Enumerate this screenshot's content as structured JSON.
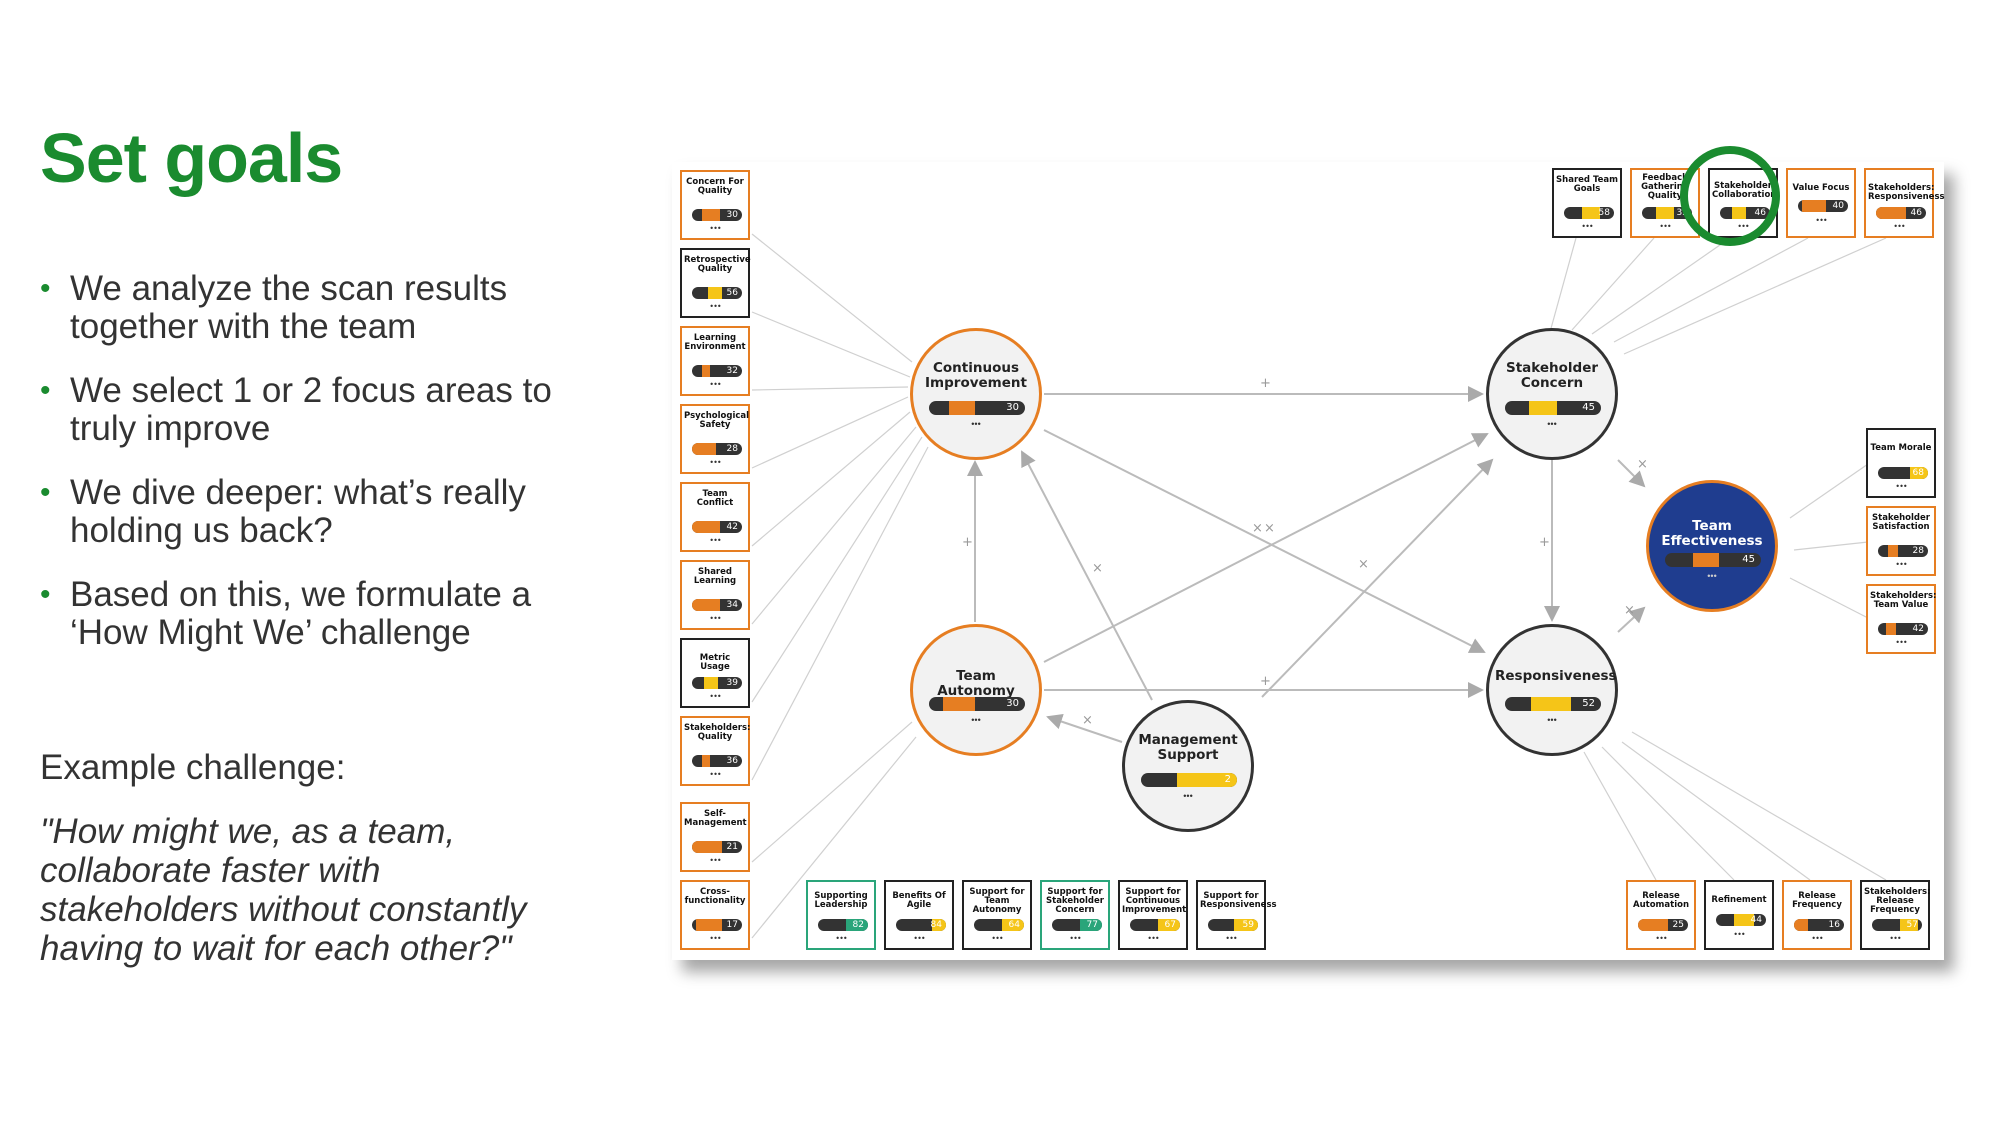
{
  "slide": {
    "title": "Set goals",
    "bullets": [
      "We analyze the scan results together with the team",
      "We select 1 or 2 focus areas to truly improve",
      "We dive deeper: what’s really holding us back?",
      "Based on this, we formulate a ‘How Might We’ challenge"
    ],
    "example_label": "Example challenge:",
    "example_quote": "\"How might we, as a team, collaborate faster with stakeholders without constantly having to wait for each other?\""
  },
  "colors": {
    "accent_green": "#1a8b2f",
    "orange": "#e67e22",
    "yellow": "#f5c518",
    "dark": "#333333",
    "navy": "#1f3d8f",
    "teal": "#2aa57a"
  },
  "diagram": {
    "nodes": {
      "ci": {
        "label": "Continuous Improvement",
        "value": "30",
        "dots": "•••"
      },
      "ta": {
        "label": "Team Autonomy",
        "value": "30",
        "dots": "•••"
      },
      "ms": {
        "label": "Management Support",
        "value": "2",
        "dots": "•••"
      },
      "sc": {
        "label": "Stakeholder Concern",
        "value": "45",
        "dots": "•••"
      },
      "re": {
        "label": "Responsiveness",
        "value": "52",
        "dots": "•••"
      },
      "te": {
        "label": "Team Effectiveness",
        "value": "45",
        "dots": "•••"
      }
    },
    "left_boxes": [
      {
        "label": "Concern For Quality",
        "value": "30"
      },
      {
        "label": "Retrospective Quality",
        "value": "56"
      },
      {
        "label": "Learning Environment",
        "value": "32"
      },
      {
        "label": "Psychological Safety",
        "value": "28"
      },
      {
        "label": "Team Conflict",
        "value": "42"
      },
      {
        "label": "Shared Learning",
        "value": "34"
      },
      {
        "label": "Metric Usage",
        "value": "39"
      },
      {
        "label": "Stakeholders: Quality",
        "value": "36"
      },
      {
        "label": "Self-Management",
        "value": "21"
      },
      {
        "label": "Cross-functionality",
        "value": "17"
      }
    ],
    "top_boxes": [
      {
        "label": "Shared Team Goals",
        "value": "58"
      },
      {
        "label": "Feedback Gathering Quality",
        "value": "32"
      },
      {
        "label": "Stakeholder Collaboration",
        "value": "46"
      },
      {
        "label": "Value Focus",
        "value": "40"
      },
      {
        "label": "Stakeholders: Responsiveness",
        "value": "46"
      }
    ],
    "right_boxes": [
      {
        "label": "Team Morale",
        "value": "68"
      },
      {
        "label": "Stakeholder Satisfaction",
        "value": "28"
      },
      {
        "label": "Stakeholders: Team Value",
        "value": "42"
      }
    ],
    "bottom_left_boxes": [
      {
        "label": "Supporting Leadership",
        "value": "82"
      },
      {
        "label": "Benefits Of Agile",
        "value": "84"
      },
      {
        "label": "Support for Team Autonomy",
        "value": "64"
      },
      {
        "label": "Support for Stakeholder Concern",
        "value": "77"
      },
      {
        "label": "Support for Continuous Improvement",
        "value": "67"
      },
      {
        "label": "Support for Responsiveness",
        "value": "59"
      }
    ],
    "bottom_right_boxes": [
      {
        "label": "Release Automation",
        "value": "25"
      },
      {
        "label": "Refinement",
        "value": "44"
      },
      {
        "label": "Release Frequency",
        "value": "16"
      },
      {
        "label": "Stakeholders: Release Frequency",
        "value": "57"
      }
    ],
    "box_dots": "•••",
    "edge_marks": {
      "plus": "+",
      "cross": "×"
    }
  }
}
